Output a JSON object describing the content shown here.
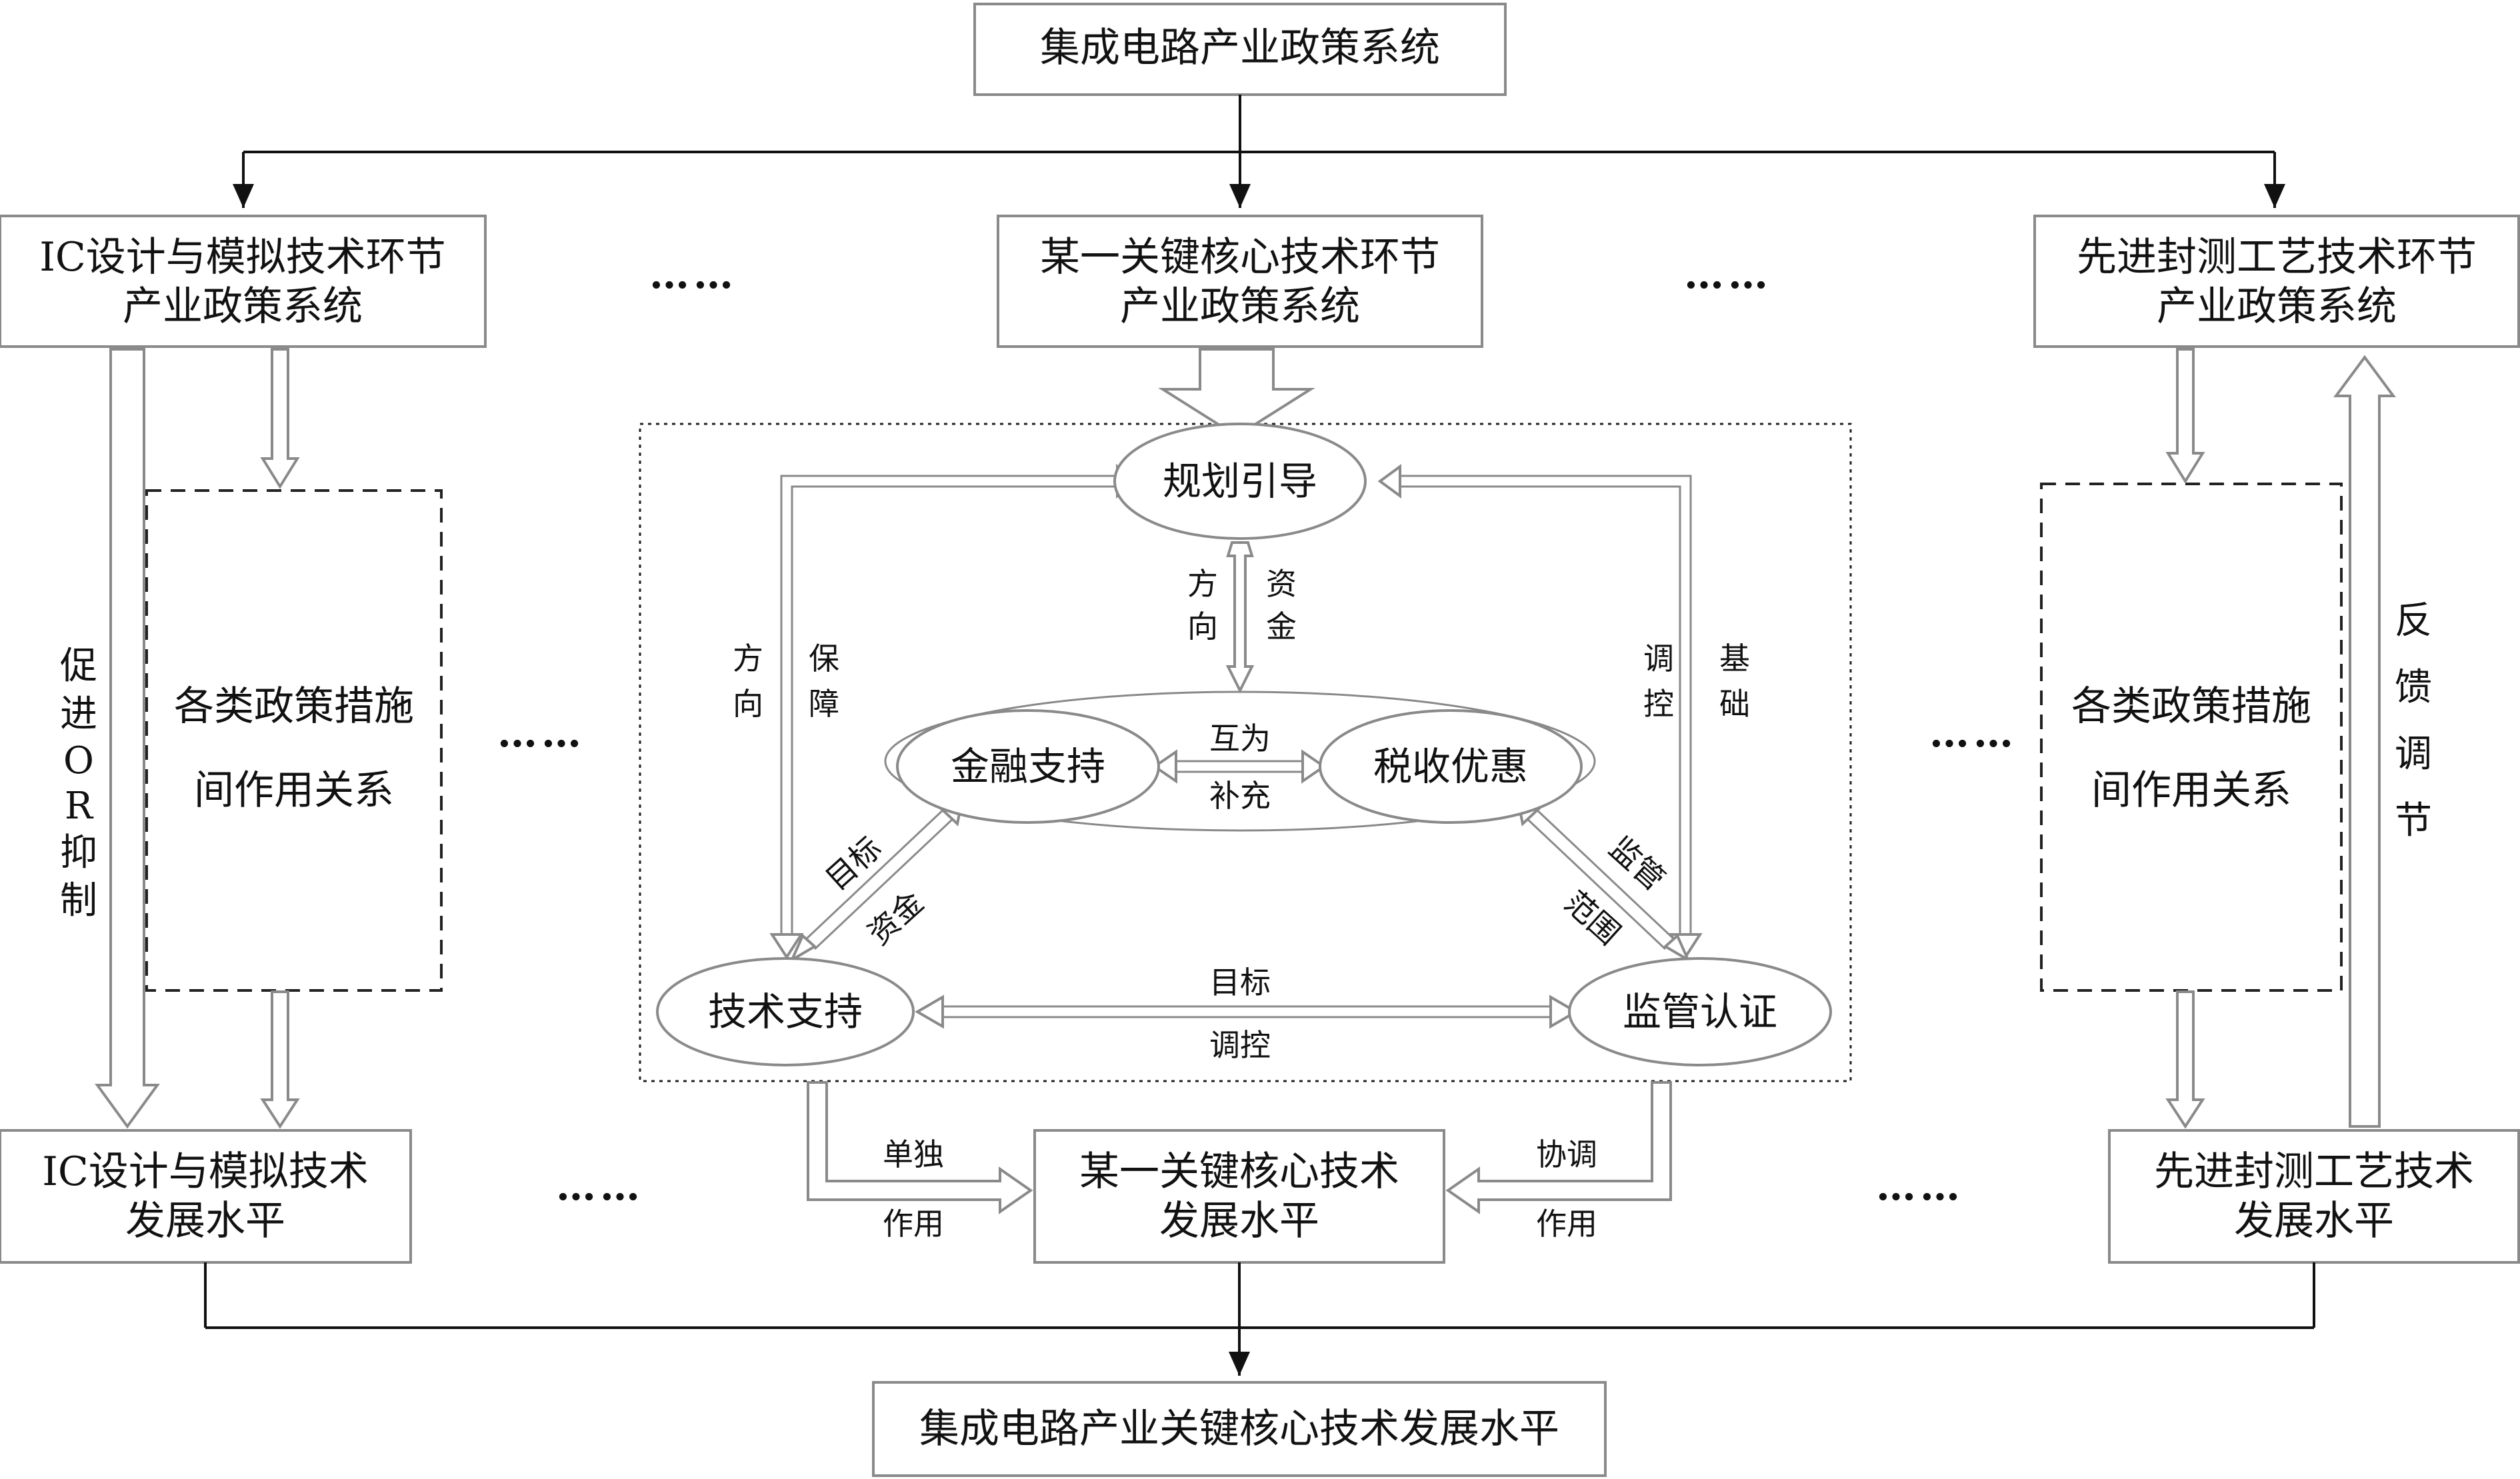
{
  "top_box": "集成电路产业政策系统",
  "bottom_box": "集成电路产业关键核心技术发展水平",
  "policy_left": [
    "IC设计与模拟技术环节",
    "产业政策系统"
  ],
  "policy_center": [
    "某一关键核心技术环节",
    "产业政策系统"
  ],
  "policy_right": [
    "先进封测工艺技术环节",
    "产业政策系统"
  ],
  "level_left": [
    "IC设计与模拟技术",
    "发展水平"
  ],
  "level_center": [
    "某一关键核心技术",
    "发展水平"
  ],
  "level_right": [
    "先进封测工艺技术",
    "发展水平"
  ],
  "measures_box": [
    "各类政策措施",
    "间作用关系"
  ],
  "ellipses": {
    "planning": "规划引导",
    "finance": "金融支持",
    "tax": "税收优惠",
    "tech": "技术支持",
    "supervision": "监管认证"
  },
  "labels": {
    "direction": [
      "方",
      "向"
    ],
    "funds": [
      "资",
      "金"
    ],
    "guarantee": [
      "保",
      "障"
    ],
    "regulate": [
      "调",
      "控"
    ],
    "foundation": [
      "基",
      "础"
    ],
    "mutual": "互为",
    "supplement": "补充",
    "target_diag": "目标",
    "funds_diag": "资金",
    "supervise_diag": "监管",
    "scope_diag": "范围",
    "target_h": "目标",
    "regulate_h": "调控",
    "single": "单独",
    "coordinate": "协调",
    "effect": "作用"
  },
  "promote_or_inhibit": [
    "促",
    "进",
    "O",
    "R",
    "抑",
    "制"
  ],
  "feedback": [
    "反",
    "馈",
    "调",
    "节"
  ],
  "ellipsis": "……"
}
